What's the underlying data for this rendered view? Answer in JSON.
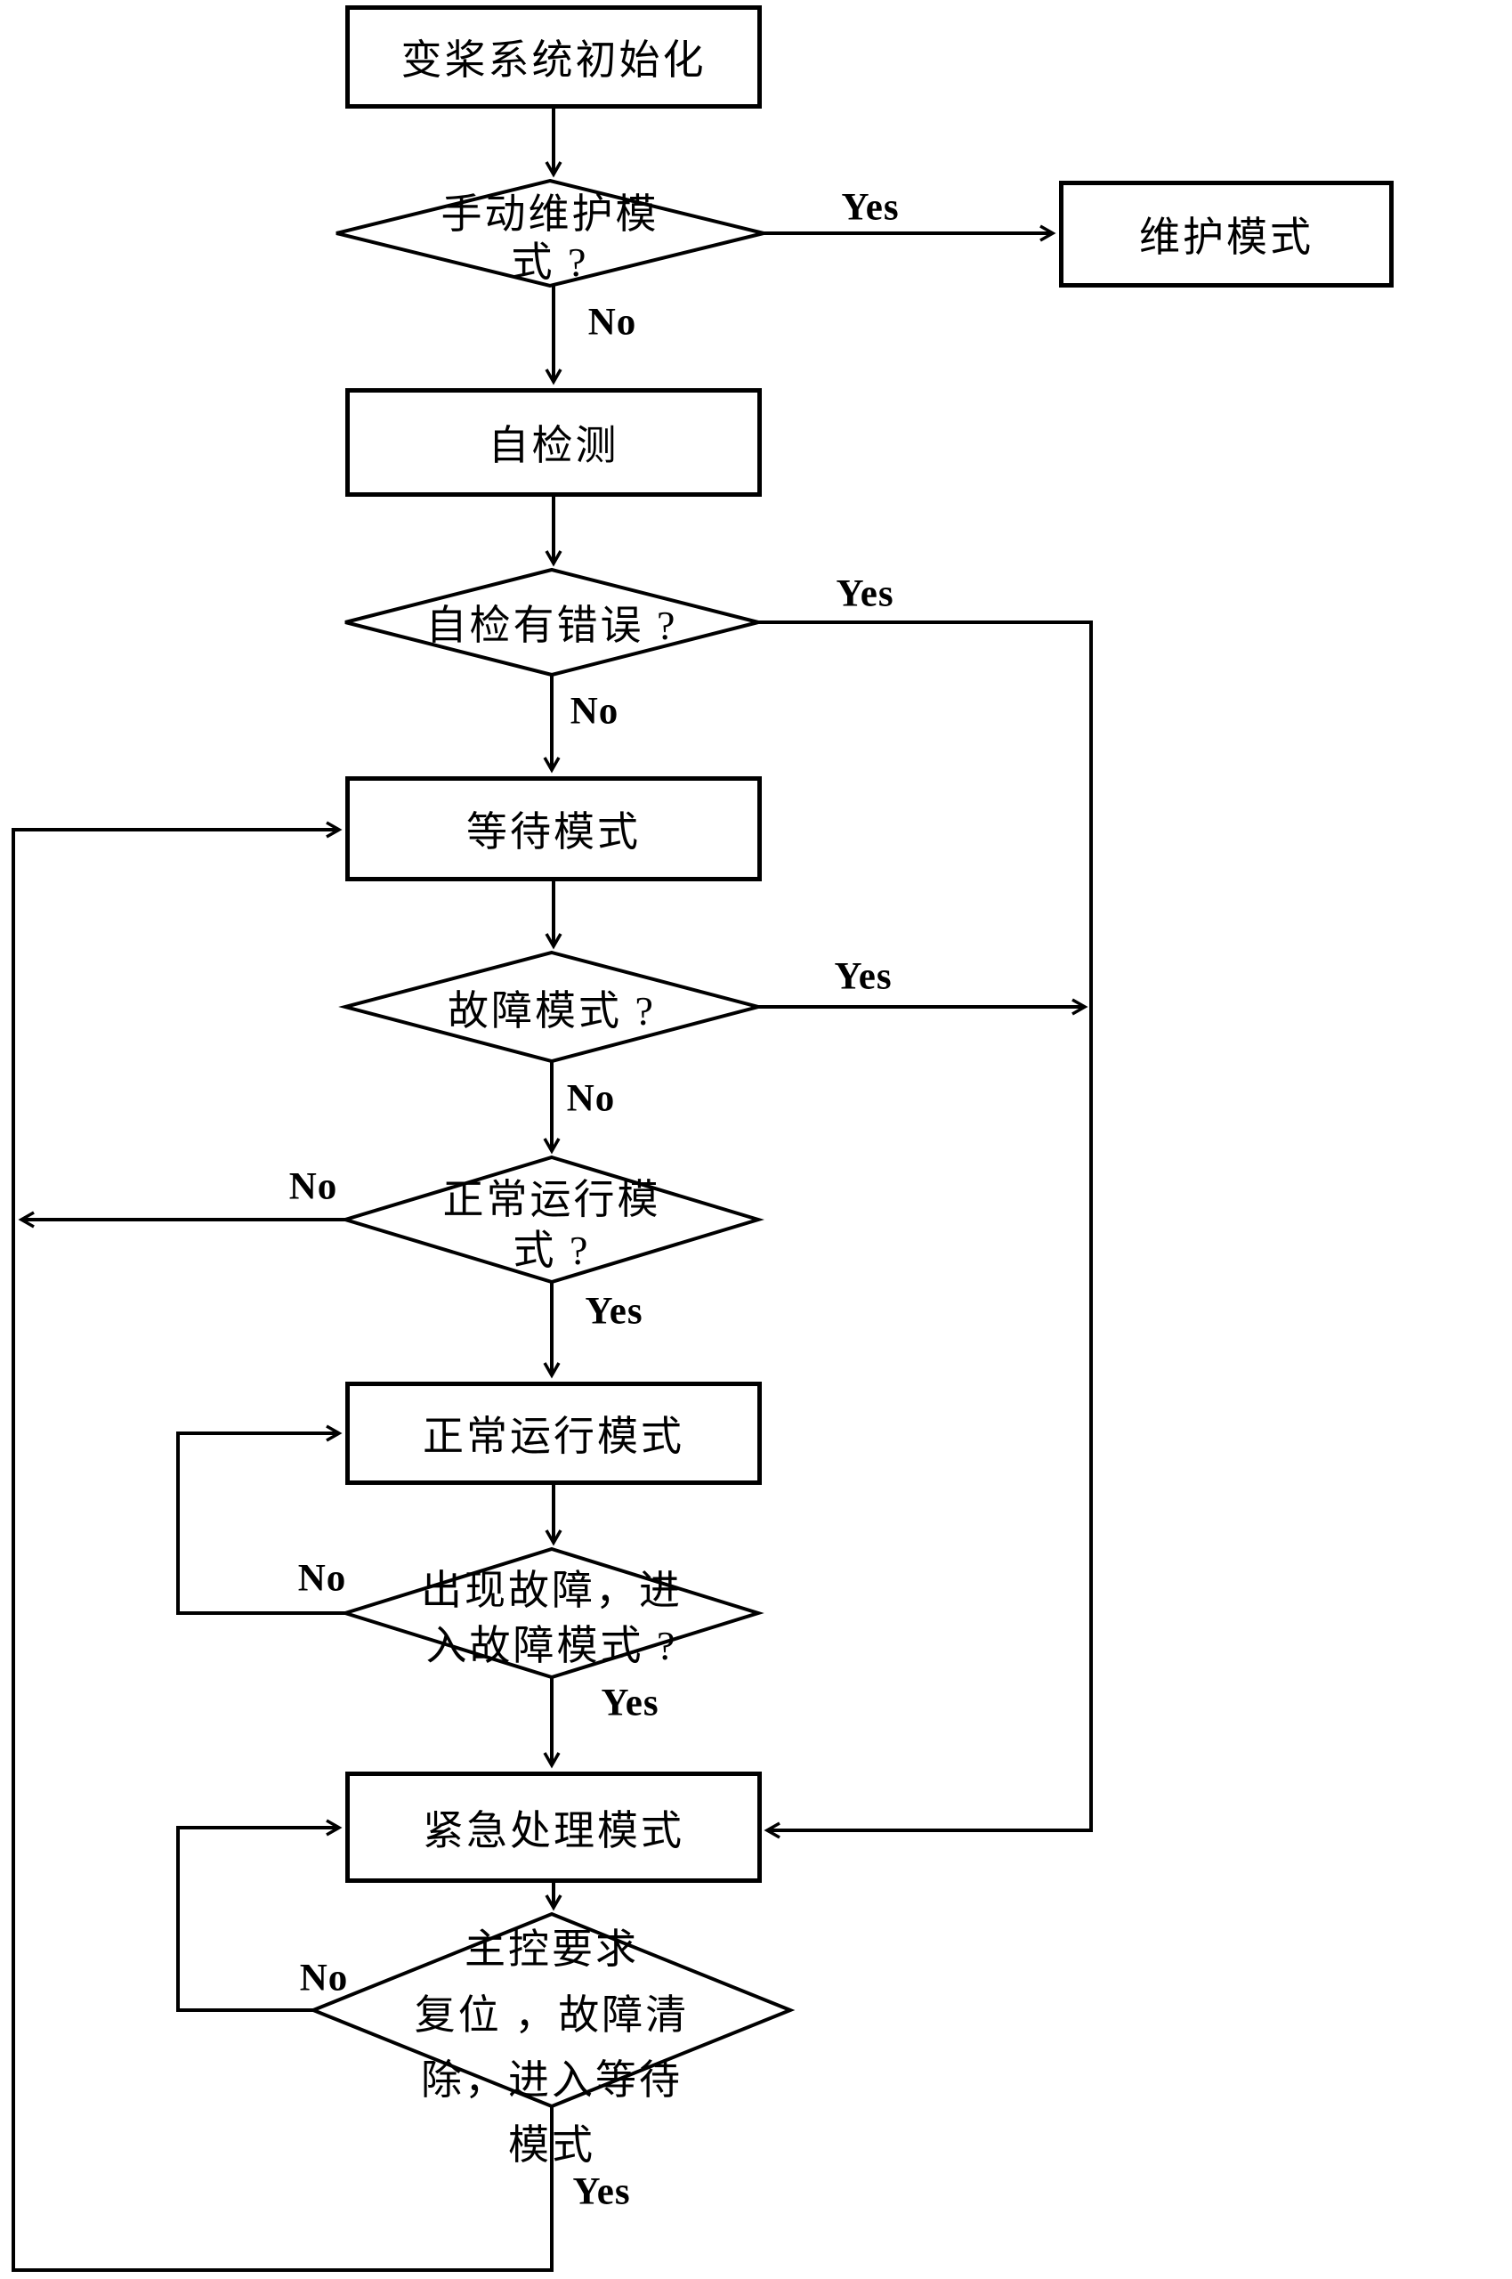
{
  "nodes": {
    "init": {
      "label": "变桨系统初始化"
    },
    "manual_q": {
      "line1": "手动维护模",
      "line2": "式 ?"
    },
    "maintenance": {
      "label": "维护模式"
    },
    "selftest": {
      "label": "自检测"
    },
    "selferr_q": {
      "label": "自检有错误 ?"
    },
    "wait": {
      "label": "等待模式"
    },
    "fault_q": {
      "label": "故障模式 ?"
    },
    "normal_q": {
      "line1": "正常运行模",
      "line2": "式 ?"
    },
    "normal": {
      "label": "正常运行模式"
    },
    "faultoccur_q": {
      "line1": "出现故障，进",
      "line2": "入故障模式 ?"
    },
    "emergency": {
      "label": "紧急处理模式"
    },
    "reset_q": {
      "line1": "主控要求",
      "line2": "复位 ，故障清",
      "line3": "除，进入等待",
      "line4": "模式"
    }
  },
  "edge_labels": {
    "manual_yes": "Yes",
    "manual_no": "No",
    "selferr_yes": "Yes",
    "selferr_no": "No",
    "fault_yes": "Yes",
    "fault_no": "No",
    "normalq_no": "No",
    "normalq_yes": "Yes",
    "faultoccur_no": "No",
    "faultoccur_yes": "Yes",
    "reset_no": "No",
    "reset_yes": "Yes"
  },
  "colors": {
    "line": "#000000",
    "background": "#ffffff",
    "text": "#000000"
  }
}
